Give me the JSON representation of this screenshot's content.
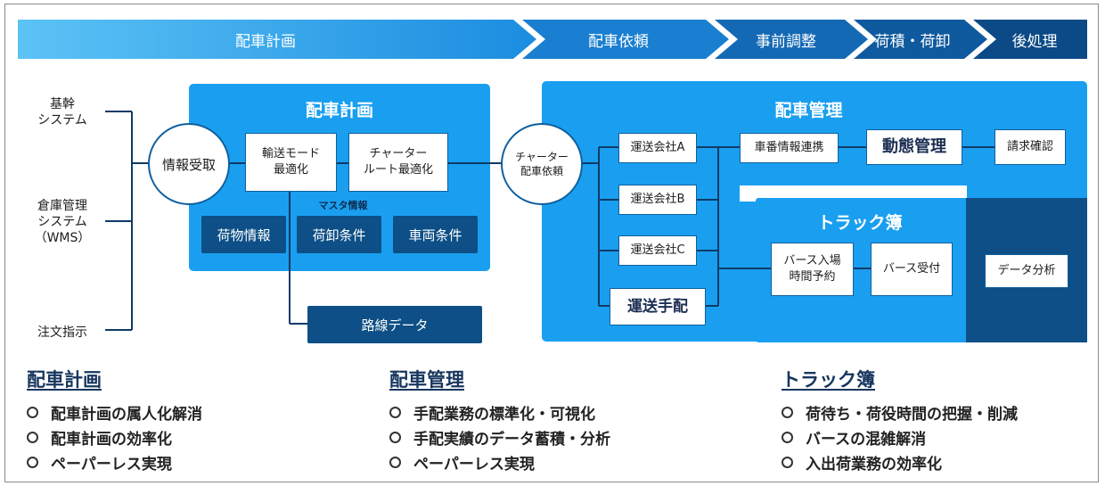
{
  "stages": [
    "配車計画",
    "配車依頼",
    "事前調整",
    "荷積・荷卸",
    "後処理"
  ],
  "systems": {
    "kikan": "基幹\nシステム",
    "wms": "倉庫管理\nシステム\n（WMS）",
    "order": "注文指示"
  },
  "planning": {
    "title": "配車計画",
    "receive": "情報受取",
    "mode_opt": "輸送モード\n最適化",
    "charter_opt": "チャーター\nルート最適化",
    "master_label": "マスタ情報",
    "cargo": "荷物情報",
    "loading": "荷卸条件",
    "vehicle": "車両条件",
    "route_data": "路線データ"
  },
  "management": {
    "title": "配車管理",
    "charter_request": "チャーター\n配車依頼",
    "carrier_a": "運送会社A",
    "carrier_b": "運送会社B",
    "carrier_c": "運送会社C",
    "arrangement": "運送手配",
    "car_link": "車番情報連携",
    "tracking": "動態管理",
    "billing": "請求確認"
  },
  "truckbook": {
    "title": "トラック簿",
    "berth_reserve": "バース入場\n時間予約",
    "berth_accept": "バース受付",
    "analysis": "データ分析"
  },
  "summary": [
    {
      "heading": "配車計画",
      "items": [
        "配車計画の属人化解消",
        "配車計画の効率化",
        "ペーパーレス実現"
      ]
    },
    {
      "heading": "配車管理",
      "items": [
        "手配業務の標準化・可視化",
        "手配実績のデータ蓄積・分析",
        "ペーパーレス実現"
      ]
    },
    {
      "heading": "トラック簿",
      "items": [
        "荷待ち・荷役時間の把握・削減",
        "バースの混雑解消",
        "入出荷業務の効率化"
      ]
    }
  ],
  "colors": {
    "light_blue": "#1a9ff0",
    "navy": "#0d4f86",
    "dark_navy": "#0b3e70"
  }
}
